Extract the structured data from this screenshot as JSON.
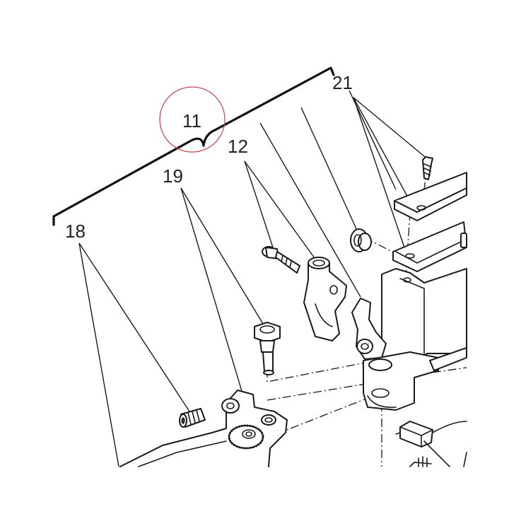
{
  "callouts": {
    "c11": "11",
    "c12": "12",
    "c18": "18",
    "c19": "19",
    "c21": "21"
  },
  "colors": {
    "line": "#1a1a1a",
    "highlight_circle": "#c0404a",
    "background": "#ffffff"
  }
}
